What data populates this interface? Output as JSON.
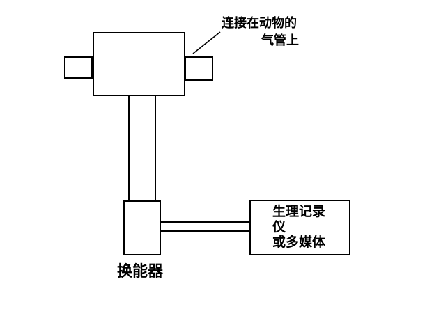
{
  "diagram": {
    "background_color": "#ffffff",
    "line_color": "#000000",
    "annotation": {
      "line1": "连接在动物的",
      "line2": "气管上"
    },
    "transducer_label": "换能器",
    "recorder_box": {
      "line1": "生理记录",
      "line2": "仪",
      "line3": "或多媒体"
    }
  }
}
